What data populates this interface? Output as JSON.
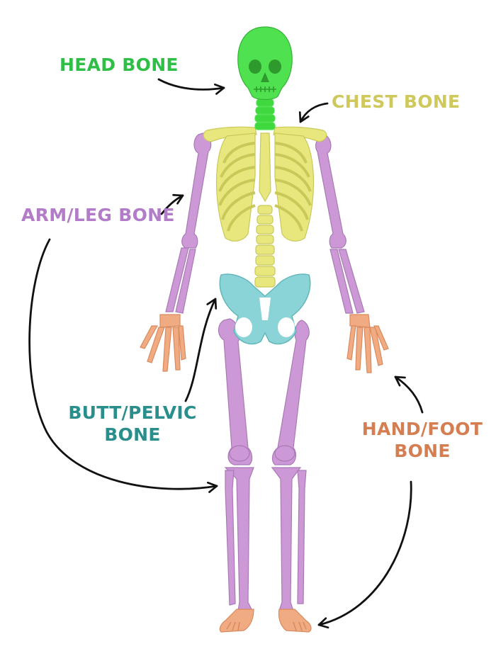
{
  "colors": {
    "head": "#4fe14f",
    "neck": "#3fd83f",
    "chest": "#e7e77e",
    "chest_dark": "#c9c95a",
    "arm_leg": "#cc99d6",
    "arm_leg_dark": "#a979b6",
    "pelvis": "#8ad3d6",
    "pelvis_dark": "#5fb5b9",
    "hand_foot": "#f0ab82",
    "hand_foot_dark": "#d98a5e",
    "arrow": "#111111",
    "label_head": "#2fbf47",
    "label_chest": "#cfc85c",
    "label_arm": "#b27cc9",
    "label_butt": "#2a8f8c",
    "label_hand": "#d47e52"
  },
  "labels": {
    "head": "HEAD BONE",
    "chest": "CHEST BONE",
    "arm_leg": "ARM/LEG BONE",
    "butt_line1": "BUTT/PELVIC",
    "butt_line2": "BONE",
    "hand_line1": "HAND/FOOT",
    "hand_line2": "BONE"
  }
}
